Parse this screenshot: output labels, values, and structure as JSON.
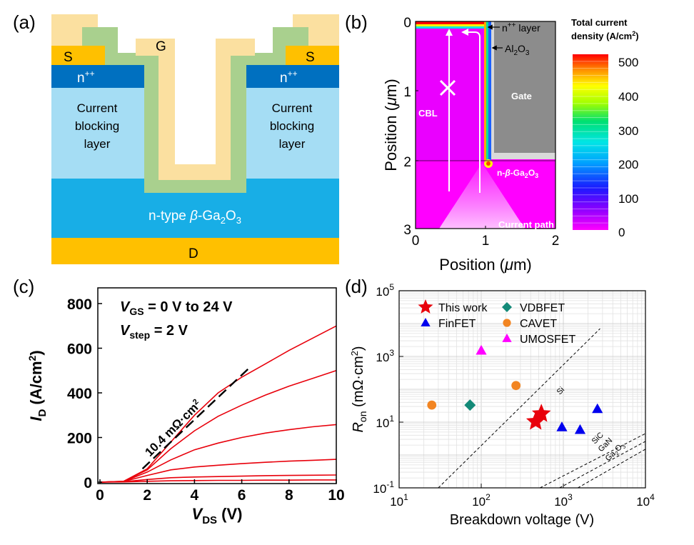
{
  "panel_labels": {
    "a": "(a)",
    "b": "(b)",
    "c": "(c)",
    "d": "(d)"
  },
  "panel_a": {
    "source_label": "S",
    "source_label_right": "S",
    "gate_label": "G",
    "drain_label": "D",
    "n_layer_base": "n",
    "n_layer_sup": "++",
    "cbl_left": [
      "Current",
      "blocking",
      "layer"
    ],
    "cbl_right": [
      "Current",
      "blocking",
      "layer"
    ],
    "substrate_prefix": "n-type ",
    "substrate_beta": "β",
    "substrate_mid": "-Ga",
    "substrate_sub1": "2",
    "substrate_o": "O",
    "substrate_sub2": "3",
    "colors": {
      "source": "#ffc000",
      "gate_metal": "#fbe0a0",
      "oxide": "#a9d08e",
      "n_plus": "#0070c0",
      "cbl": "#a5ddf4",
      "substrate": "#18aee6",
      "drain": "#ffc000"
    }
  },
  "panel_b": {
    "ylabel_prefix": "Position (",
    "ylabel_mu": "μ",
    "ylabel_suffix": "m)",
    "xlabel_prefix": "Position (",
    "xlabel_mu": "μ",
    "xlabel_suffix": "m)",
    "x_ticks": [
      "0",
      "1",
      "2"
    ],
    "y_ticks": [
      "0",
      "1",
      "2",
      "3"
    ],
    "label_nlayer": "n",
    "label_nlayer_sup": "++",
    "label_nlayer_tail": " layer",
    "label_oxide": "Al",
    "label_oxide_sub": "2",
    "label_oxide_tail": "O",
    "label_oxide_sub2": "3",
    "label_gate": "Gate",
    "label_cbl": "CBL",
    "label_channel_prefix": "n-",
    "label_channel_beta": "β",
    "label_channel_mid": "-Ga",
    "label_channel_sub1": "2",
    "label_channel_o": "O",
    "label_channel_sub2": "3",
    "label_current_path": "Current path",
    "colorbar_title_1": "Total  current",
    "colorbar_title_2": "density (A/cm",
    "colorbar_title_sup": "2",
    "colorbar_title_tail": ")",
    "colorbar_ticks": [
      "500",
      "400",
      "300",
      "200",
      "100",
      "0"
    ],
    "colorbar_range": [
      0,
      500
    ]
  },
  "chart_data": [
    {
      "type": "line",
      "panel": "c",
      "xlabel": "V",
      "xlabel_sub": "DS",
      "xlabel_unit": " (V)",
      "ylabel": "I",
      "ylabel_sub": "D",
      "ylabel_unit": " (A/cm",
      "ylabel_sup": "2",
      "ylabel_tail": ")",
      "xlim": [
        0,
        10
      ],
      "ylim": [
        0,
        850
      ],
      "x_ticks": [
        "0",
        "2",
        "4",
        "6",
        "8",
        "10"
      ],
      "y_ticks": [
        "0",
        "200",
        "400",
        "600",
        "800"
      ],
      "annotation_vgs_v": "V",
      "annotation_vgs_sub": "GS",
      "annotation_vgs_text": " = 0 V to 24 V",
      "annotation_vstep_v": "V",
      "annotation_vstep_sub": "step",
      "annotation_vstep_text": " = 2 V",
      "annotation_ron": "10.4 mΩ·cm",
      "annotation_ron_sup": "2",
      "fit_line": {
        "x": [
          1.8,
          6.4
        ],
        "y": [
          60,
          520
        ]
      },
      "series_color": "#e8000b",
      "series": [
        {
          "x": [
            0,
            1,
            2,
            3,
            4,
            5,
            6,
            7,
            8,
            9,
            10
          ],
          "y": [
            0,
            4,
            60,
            180,
            300,
            400,
            470,
            530,
            590,
            645,
            700
          ]
        },
        {
          "x": [
            0,
            1,
            2,
            3,
            4,
            5,
            6,
            7,
            8,
            9,
            10
          ],
          "y": [
            0,
            4,
            55,
            150,
            230,
            295,
            345,
            390,
            430,
            465,
            500
          ]
        },
        {
          "x": [
            0,
            1,
            2,
            3,
            4,
            5,
            6,
            7,
            8,
            9,
            10
          ],
          "y": [
            0,
            3,
            45,
            100,
            145,
            175,
            200,
            220,
            235,
            248,
            258
          ]
        },
        {
          "x": [
            0,
            1,
            2,
            3,
            4,
            5,
            6,
            7,
            8,
            9,
            10
          ],
          "y": [
            0,
            3,
            30,
            55,
            68,
            76,
            83,
            89,
            94,
            98,
            102
          ]
        },
        {
          "x": [
            0,
            1,
            2,
            3,
            4,
            5,
            6,
            7,
            8,
            9,
            10
          ],
          "y": [
            0,
            2,
            12,
            20,
            23,
            25,
            27,
            29,
            30,
            31,
            32
          ]
        },
        {
          "x": [
            0,
            1,
            2,
            3,
            4,
            5,
            6,
            7,
            8,
            9,
            10
          ],
          "y": [
            0,
            1,
            4,
            6,
            7,
            8,
            8,
            9,
            9,
            10,
            10
          ]
        }
      ]
    },
    {
      "type": "scatter",
      "panel": "d",
      "xlabel": "Breakdown voltage (V)",
      "ylabel": "R",
      "ylabel_sub": "on",
      "ylabel_unit": " (mΩ·cm",
      "ylabel_sup": "2",
      "ylabel_tail": ")",
      "x_scale": "log",
      "y_scale": "log",
      "xlim": [
        10,
        10000
      ],
      "ylim": [
        0.1,
        100000
      ],
      "x_ticks": [
        {
          "base": "10",
          "exp": "1"
        },
        {
          "base": "10",
          "exp": "2"
        },
        {
          "base": "10",
          "exp": "3"
        },
        {
          "base": "10",
          "exp": "4"
        }
      ],
      "y_ticks": [
        {
          "base": "10",
          "exp": "-1"
        },
        {
          "base": "10",
          "exp": "1"
        },
        {
          "base": "10",
          "exp": "3"
        },
        {
          "base": "10",
          "exp": "5"
        }
      ],
      "grid": true,
      "legend_position": "top-left",
      "series": [
        {
          "name": "This work",
          "marker": "star",
          "color": "#e8000b",
          "points": [
            [
              460,
              10.4
            ],
            [
              540,
              18
            ]
          ]
        },
        {
          "name": "FinFET",
          "marker": "triangle",
          "color": "#0000ee",
          "points": [
            [
              960,
              7
            ],
            [
              1600,
              5.8
            ],
            [
              2600,
              25
            ]
          ]
        },
        {
          "name": "VDBFET",
          "marker": "diamond",
          "color": "#138a78",
          "points": [
            [
              73,
              33
            ]
          ]
        },
        {
          "name": "CAVET",
          "marker": "circle",
          "color": "#f28522",
          "points": [
            [
              25,
              33
            ],
            [
              265,
              130
            ]
          ]
        },
        {
          "name": "UMOSFET",
          "marker": "triangle",
          "color": "#ff00ff",
          "points": [
            [
              100,
              1500
            ]
          ]
        }
      ],
      "limit_lines": [
        {
          "name": "Si",
          "points": [
            [
              30,
              0.1
            ],
            [
              2800,
              7000
            ]
          ]
        },
        {
          "name": "SiC",
          "points": [
            [
              520,
              0.1
            ],
            [
              10000,
              4.5
            ]
          ]
        },
        {
          "name": "GaN",
          "points": [
            [
              900,
              0.1
            ],
            [
              10000,
              2.6
            ]
          ]
        },
        {
          "name": "Ga",
          "name_sub": "2",
          "name_o": "O",
          "name_sub2": "3",
          "points": [
            [
              1500,
              0.1
            ],
            [
              10000,
              1.5
            ]
          ]
        }
      ]
    }
  ]
}
